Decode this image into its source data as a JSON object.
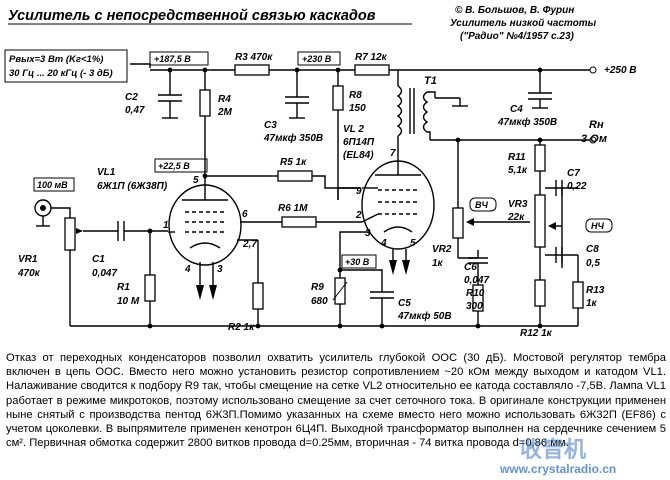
{
  "title": "Усилитель с непосредственной связью каскадов",
  "authors": "© В. Большов, В. Фурин",
  "subtitle": "Усилитель низкой частоты",
  "source": "(\"Радио\" №4/1957 с.23)",
  "spec_line1": "Pвых=3 Вт  (Kг<1%)",
  "spec_line2": "30 Гц ... 20 кГц (- 3 дБ)",
  "voltages": {
    "v1": "+187,5 В",
    "v2": "+230 В",
    "v3": "+250 В",
    "v4": "+22,5 В",
    "v5": "+30 В",
    "input": "100 мВ"
  },
  "components": {
    "c2": "C2",
    "c2v": "0,47",
    "r4": "R4",
    "r4v": "2M",
    "r3": "R3 470к",
    "c3": "C3",
    "c3v": "47мкф 350В",
    "r8": "R8",
    "r8v": "150",
    "r7": "R7 12к",
    "t1": "T1",
    "c4": "C4",
    "c4v": "47мкф 350В",
    "rh": "Rн",
    "rhv": "3 Ом",
    "vl1": "VL1",
    "vl1t": "6Ж1П (6Ж38П)",
    "vl2": "VL 2",
    "vl2t": "6П14П",
    "vl2e": "(EL84)",
    "r5": "R5 1к",
    "r6": "R6 1М",
    "r11": "R11",
    "r11v": "5,1к",
    "c7": "C7",
    "c7v": "0,22",
    "vr3": "VR3",
    "vr3v": "22к",
    "c8": "C8",
    "c8v": "0,5",
    "vr1": "VR1",
    "vr1v": "470к",
    "c1": "C1",
    "c1v": "0,047",
    "r1": "R1",
    "r1v": "10 М",
    "r9": "R9",
    "r9v": "680",
    "c5": "C5",
    "c5v": "47мкф 50В",
    "vr2": "VR2",
    "vr2v": "1к",
    "c6": "C6",
    "c6v": "0,047",
    "r10": "R10",
    "r10v": "300",
    "r13": "R13",
    "r13v": "1к",
    "r12": "R12  1к",
    "r2": "R2  1к",
    "vch": "ВЧ",
    "nch": "НЧ"
  },
  "pins": {
    "p1": "1",
    "p2": "2",
    "p3": "3",
    "p4": "4",
    "p5": "5",
    "p6": "6",
    "p7": "7",
    "p8": "2,7",
    "p9": "9",
    "q4": "4",
    "q5": "5",
    "q7": "7"
  },
  "description": "Отказ от переходных конденсаторов позволил охватить усилитель глубокой ООС (30 дБ). Мостовой регулятор тембра включен в цепь ООС. Вместо него можно установить резистор сопротивлением ~20 кОм между выходом и катодом VL1. Налаживание сводится к подбору R9 так, чтобы смещение на сетке VL2 относительно ее катода составляло -7,5В. Лампа VL1 работает в режиме микротоков, поэтому использовано смещение за счет сеточного тока. В оригинале конструкции применен ныне снятый с производства пентод 6Ж3П.Помимо указанных на схеме вместо него можно использовать 6Ж32П (EF86) с учетом цоколевки. В выпрямителе применен кенотрон 6Ц4П. Выходной трансформатор выполнен на сердечнике сечением 5 см². Первичная обмотка содержит 2800 витков провода d=0.25мм, вторичная - 74 витка провода d=0,86 мм.",
  "watermark": "收音机",
  "watermark_url": "www.crystalradio.cn"
}
